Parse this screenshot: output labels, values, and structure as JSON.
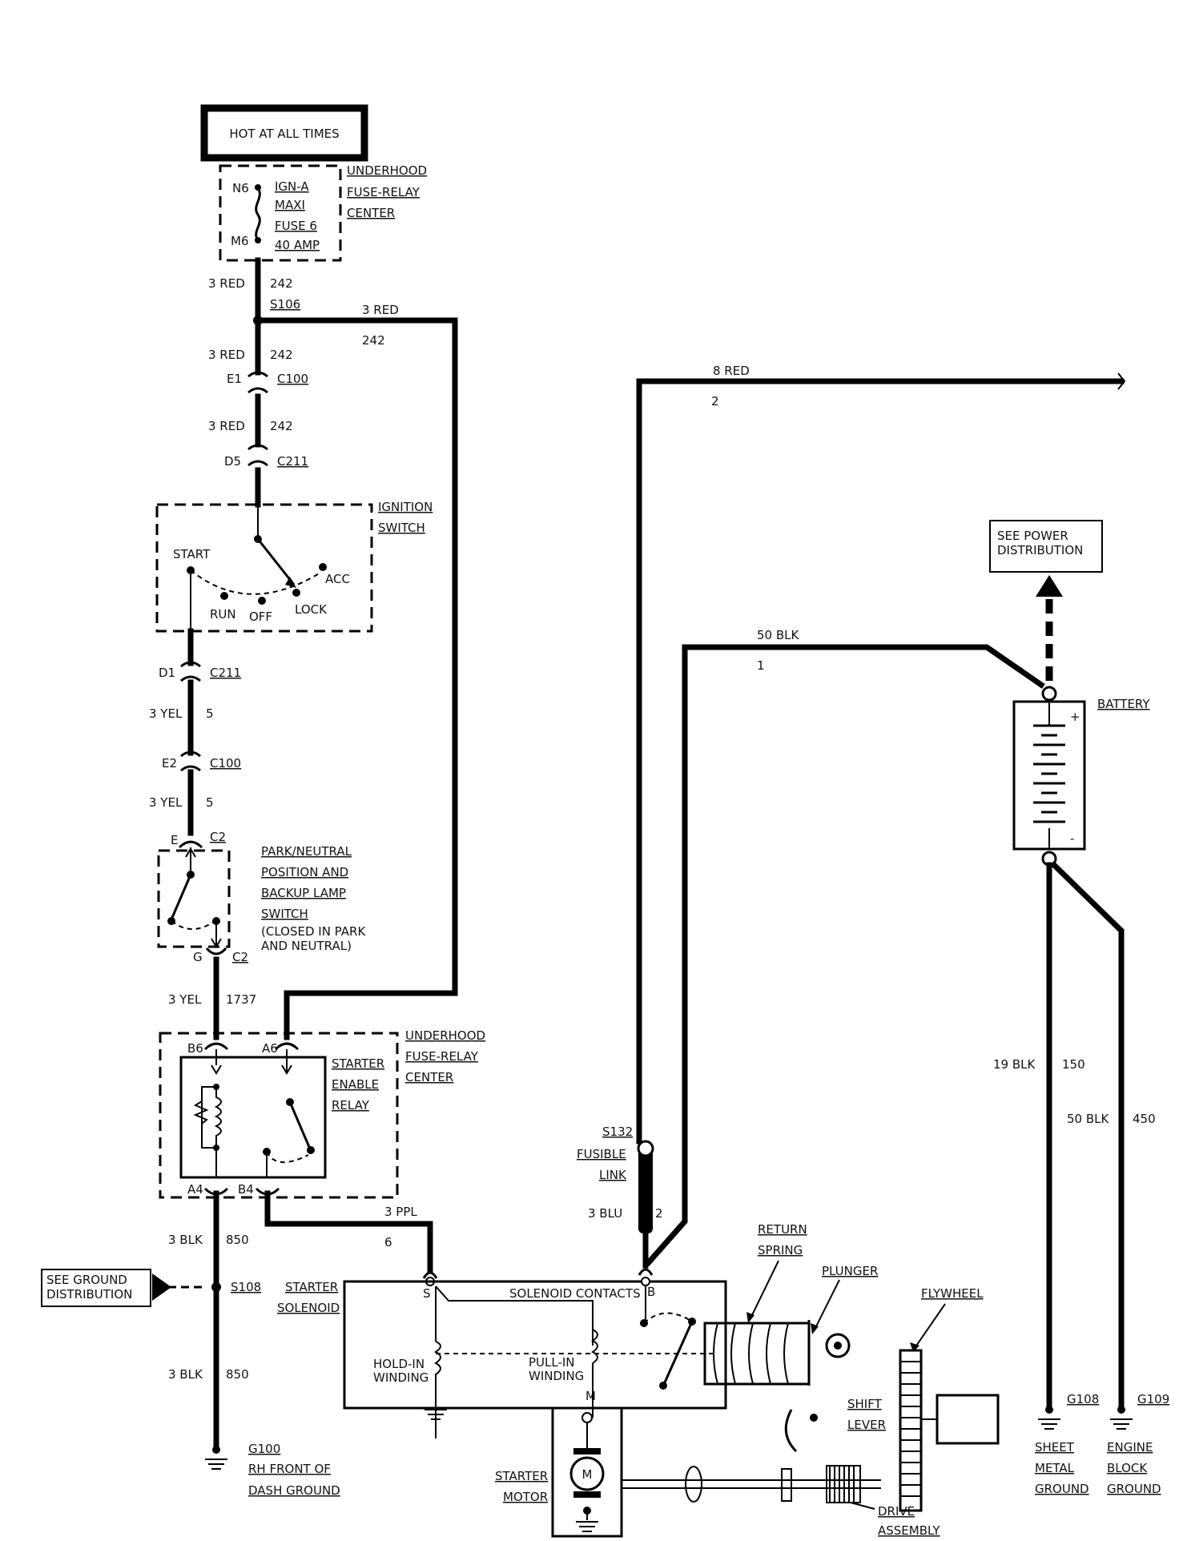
{
  "hot_box": "HOT AT ALL TIMES",
  "fuse_block": {
    "pin_top": "N6",
    "pin_bottom": "M6",
    "fuse_lines": [
      "IGN-A",
      "MAXI",
      "FUSE 6",
      "40 AMP"
    ],
    "center_lines": [
      "UNDERHOOD",
      "FUSE-RELAY",
      "CENTER"
    ]
  },
  "wire_labels": {
    "w1_color": "3 RED",
    "w1_circuit": "242",
    "splice_s106": "S106",
    "s106_branch_color": "3 RED",
    "s106_branch_circuit": "242",
    "w2_color": "3 RED",
    "w2_circuit": "242",
    "conn_e1": "E1",
    "conn_c100_a": "C100",
    "w3_color": "3 RED",
    "w3_circuit": "242",
    "conn_d5": "D5",
    "conn_c211_a": "C211",
    "conn_d1": "D1",
    "conn_c211_b": "C211",
    "w4_color": "3 YEL",
    "w4_circuit": "5",
    "conn_e2": "E2",
    "conn_c100_b": "C100",
    "w5_color": "3 YEL",
    "w5_circuit": "5",
    "conn_e": "E",
    "conn_c2_a": "C2",
    "conn_g": "G",
    "conn_c2_b": "C2",
    "w6_color": "3 YEL",
    "w6_circuit": "1737",
    "top_right_color": "8 RED",
    "top_right_circuit": "2",
    "batt_color": "50 BLK",
    "batt_circuit": "1",
    "ppl_color": "3 PPL",
    "ppl_circuit": "6",
    "blk_color_a": "3 BLK",
    "blk_circuit_a": "850",
    "splice_s108": "S108",
    "blk_color_b": "3 BLK",
    "blk_circuit_b": "850",
    "fusible_color": "3 BLU",
    "fusible_circuit": "2",
    "g19_color": "19 BLK",
    "g19_circuit": "150",
    "g50_color": "50 BLK",
    "g50_circuit": "450"
  },
  "ignition": {
    "title": [
      "IGNITION",
      "SWITCH"
    ],
    "start": "START",
    "run": "RUN",
    "off": "OFF",
    "lock": "LOCK",
    "acc": "ACC"
  },
  "park_neutral": {
    "lines": [
      "PARK/NEUTRAL",
      "POSITION AND",
      "BACKUP LAMP",
      "SWITCH"
    ],
    "note": [
      "(CLOSED IN PARK",
      "AND NEUTRAL)"
    ]
  },
  "relay": {
    "pin_b6": "B6",
    "pin_a6": "A6",
    "pin_a4": "A4",
    "pin_b4": "B4",
    "name": [
      "STARTER",
      "ENABLE",
      "RELAY"
    ],
    "center": [
      "UNDERHOOD",
      "FUSE-RELAY",
      "CENTER"
    ]
  },
  "ground_box": [
    "SEE GROUND",
    "DISTRIBUTION"
  ],
  "ground_g100": [
    "G100",
    "RH FRONT OF",
    "DASH GROUND"
  ],
  "solenoid": {
    "name": [
      "STARTER",
      "SOLENOID"
    ],
    "contacts": "SOLENOID CONTACTS",
    "pin_s": "S",
    "pin_b": "B",
    "pin_m": "M",
    "hold_in": [
      "HOLD-IN",
      "WINDING"
    ],
    "pull_in": [
      "PULL-IN",
      "WINDING"
    ]
  },
  "fusible": [
    "S132",
    "FUSIBLE",
    "LINK"
  ],
  "motor": {
    "symbol": "M",
    "label": [
      "STARTER",
      "MOTOR"
    ]
  },
  "mechanical": {
    "return_spring": [
      "RETURN",
      "SPRING"
    ],
    "plunger": "PLUNGER",
    "flywheel": "FLYWHEEL",
    "shift_lever": [
      "SHIFT",
      "LEVER"
    ],
    "drive_assembly": [
      "DRIVE",
      "ASSEMBLY"
    ]
  },
  "power_box": [
    "SEE POWER",
    "DISTRIBUTION"
  ],
  "battery": {
    "label": "BATTERY",
    "plus": "+",
    "minus": "-"
  },
  "grounds": {
    "g108": "G108",
    "g108_desc": [
      "SHEET",
      "METAL",
      "GROUND"
    ],
    "g109": "G109",
    "g109_desc": [
      "ENGINE",
      "BLOCK",
      "GROUND"
    ]
  }
}
